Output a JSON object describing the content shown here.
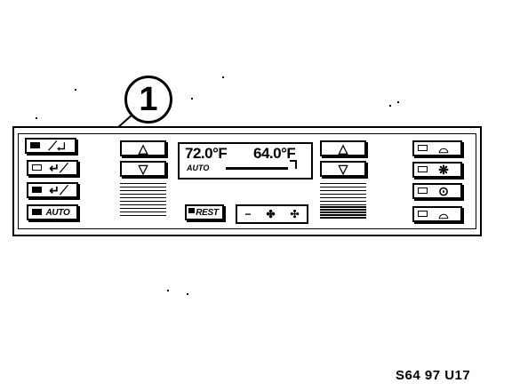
{
  "callout": {
    "number": "1"
  },
  "left_buttons": [
    {
      "icon": "⟋↵",
      "led_on": true
    },
    {
      "icon": "↵⟋",
      "led_on": false
    },
    {
      "icon": "↵⟋",
      "led_on": true
    },
    {
      "label": "AUTO",
      "led_on": true
    }
  ],
  "left_temp": {
    "up_icon": "△",
    "down_icon": "▽"
  },
  "display": {
    "left_temp": "72.0°F",
    "right_temp": "64.0°F",
    "mode": "AUTO"
  },
  "center_buttons": {
    "rest_label": "REST",
    "fan_minus": "−",
    "fan_icon": "✤",
    "fan_plus": "✣"
  },
  "right_temp": {
    "up_icon": "△",
    "down_icon": "▽"
  },
  "right_buttons": [
    {
      "icon": "⌓",
      "led_on": false
    },
    {
      "icon": "❋",
      "led_on": false
    },
    {
      "icon": "⊙",
      "led_on": false
    },
    {
      "icon": "⌓",
      "led_on": false
    }
  ],
  "figure_code": "S64 97 U17"
}
